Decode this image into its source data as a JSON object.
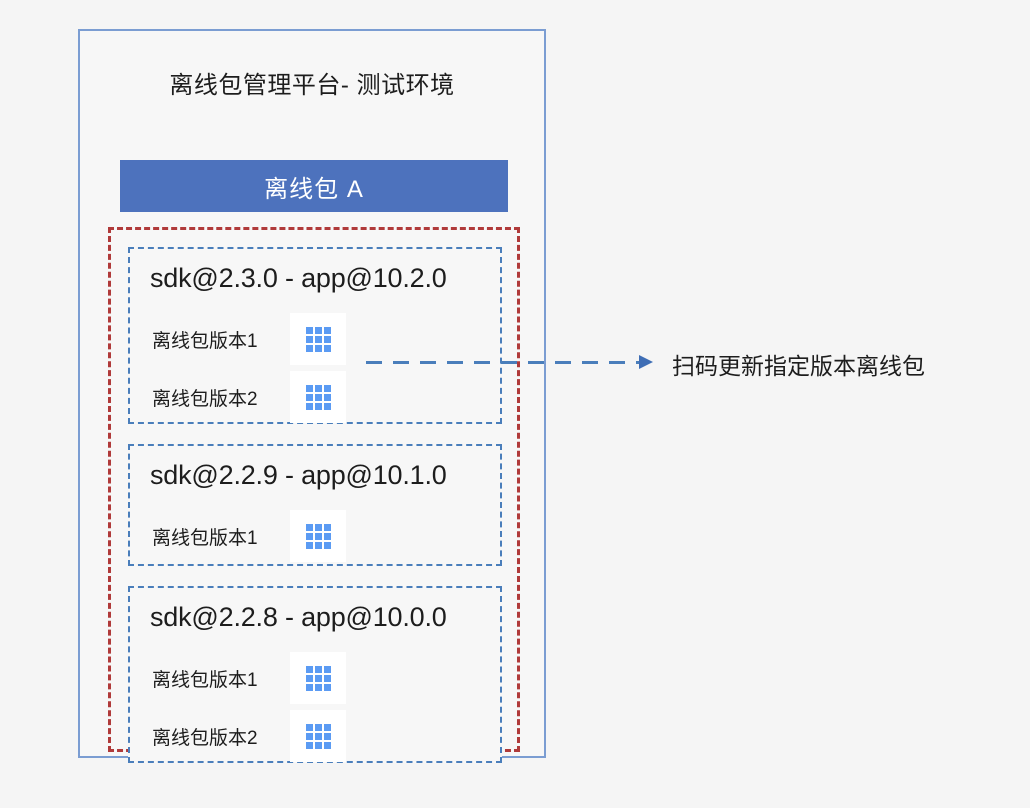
{
  "diagram": {
    "type": "flow-diagram",
    "background_color": "#f5f5f5",
    "platform": {
      "title": "离线包管理平台- 测试环境",
      "border_color": "#7b9dd2",
      "package_header": {
        "label": "离线包 A",
        "background_color": "#4d72bd",
        "text_color": "#ffffff"
      },
      "versions_group": {
        "border_color": "#b03a3a",
        "border_style": "dashed",
        "blocks": [
          {
            "title": "sdk@2.3.0 - app@10.2.0",
            "border_color": "#4a7ebb",
            "rows": [
              {
                "label": "离线包版本1",
                "icon": "qr-code-icon"
              },
              {
                "label": "离线包版本2",
                "icon": "qr-code-icon"
              }
            ]
          },
          {
            "title": "sdk@2.2.9 - app@10.1.0",
            "border_color": "#4a7ebb",
            "rows": [
              {
                "label": "离线包版本1",
                "icon": "qr-code-icon"
              }
            ]
          },
          {
            "title": "sdk@2.2.8 - app@10.0.0",
            "border_color": "#4a7ebb",
            "rows": [
              {
                "label": "离线包版本1",
                "icon": "qr-code-icon"
              },
              {
                "label": "离线包版本2",
                "icon": "qr-code-icon"
              }
            ]
          }
        ]
      }
    },
    "callout": {
      "text": "扫码更新指定版本离线包",
      "line_color": "#4a7ebb",
      "line_style": "dashed",
      "arrow_color": "#3f6eb5",
      "source_row": "离线包版本2"
    },
    "qr_icon": {
      "name": "qr-code-icon",
      "cell_color": "#5b9bf3",
      "tile_background": "#ffffff",
      "grid": "3x3"
    }
  }
}
